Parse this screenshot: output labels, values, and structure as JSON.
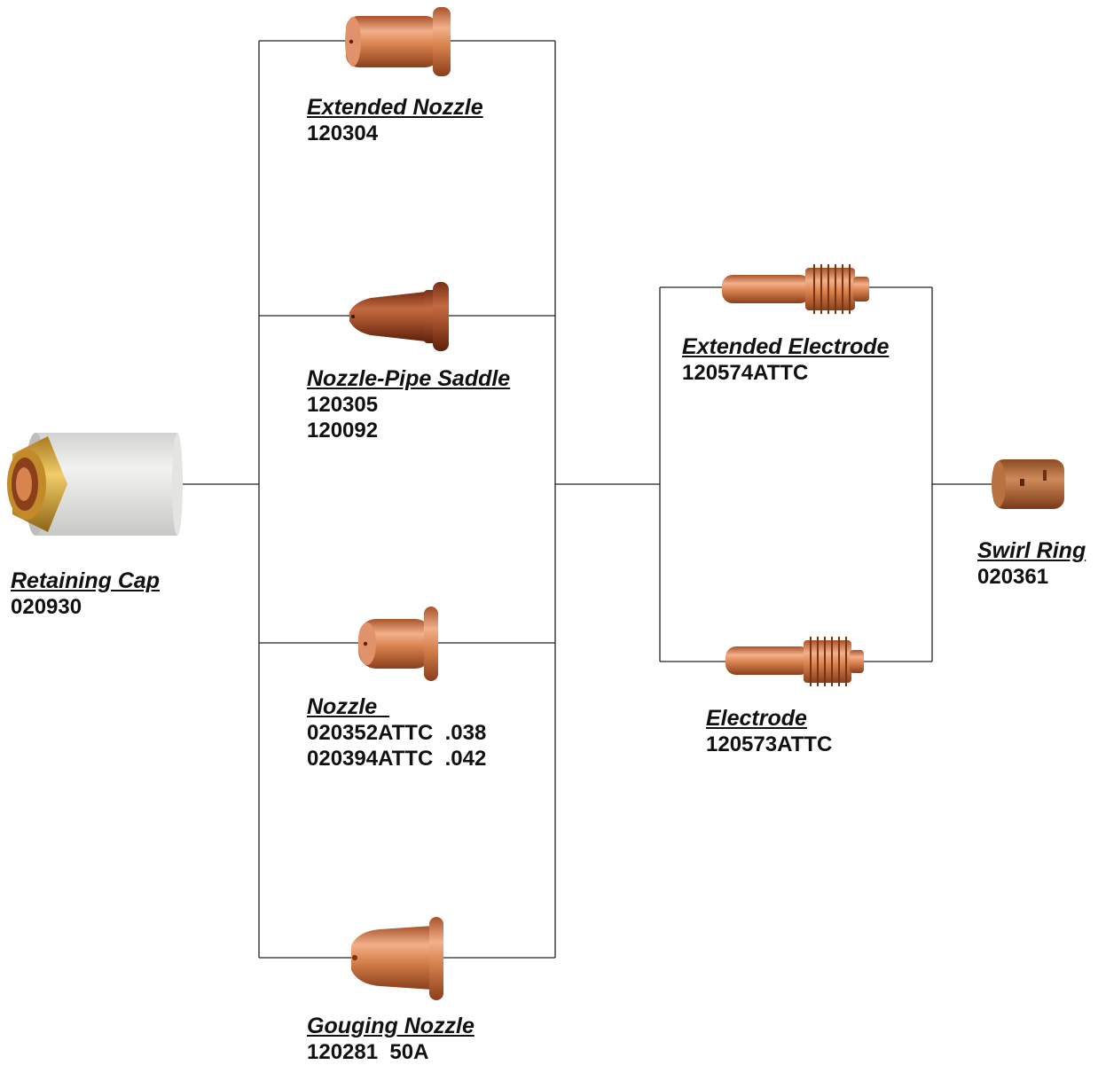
{
  "palette": {
    "copper": "#d9834f",
    "copper_dark": "#9a4a22",
    "brass": "#d9a93a",
    "ceramic": "#e8e8e6",
    "line": "#222222"
  },
  "parts": {
    "retaining_cap": {
      "title": "Retaining Cap",
      "numbers": [
        "020930"
      ]
    },
    "extended_nozzle": {
      "title": "Extended Nozzle",
      "numbers": [
        "120304"
      ]
    },
    "nozzle_pipe_saddle": {
      "title": "Nozzle-Pipe Saddle",
      "numbers": [
        "120305",
        "120092"
      ]
    },
    "nozzle": {
      "title": "Nozzle  ",
      "numbers": [
        "020352ATTC  .038",
        "020394ATTC  .042"
      ]
    },
    "gouging_nozzle": {
      "title": "Gouging Nozzle",
      "numbers": [
        "120281  50A"
      ]
    },
    "extended_electrode": {
      "title": "Extended Electrode",
      "numbers": [
        "120574ATTC"
      ]
    },
    "electrode": {
      "title": "Electrode",
      "numbers": [
        "120573ATTC"
      ]
    },
    "swirl_ring": {
      "title": "Swirl Ring",
      "numbers": [
        "020361"
      ]
    }
  }
}
